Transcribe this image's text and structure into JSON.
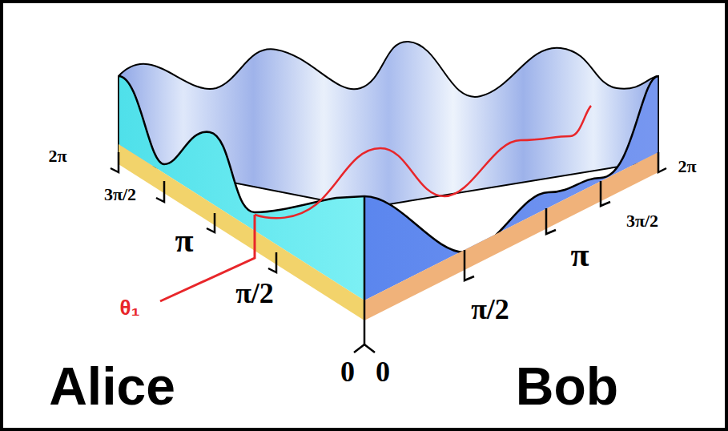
{
  "diagram": {
    "labels": [
      "2π",
      "3π/2",
      "π",
      "θ₁",
      "π/2",
      "0",
      "0",
      "π/2",
      "π",
      "3π/2",
      "2π",
      "Alice",
      "Bob"
    ]
  }
}
